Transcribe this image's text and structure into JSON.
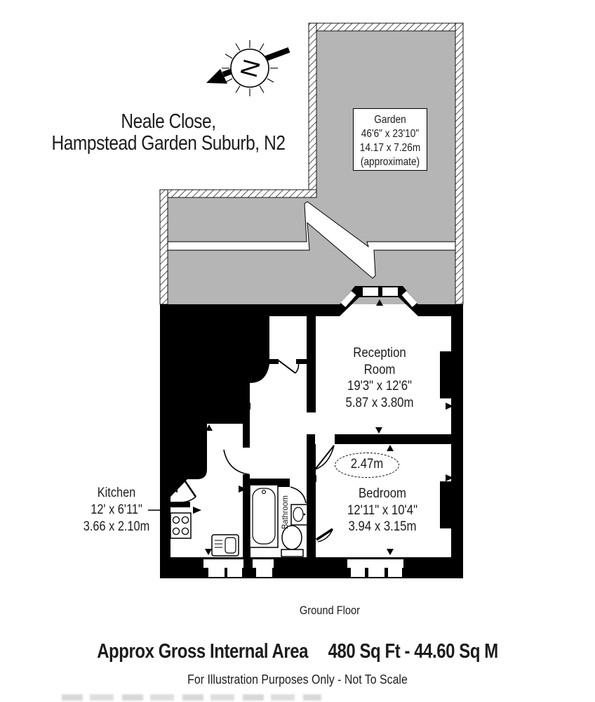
{
  "title": {
    "line1": "Neale Close,",
    "line2": "Hampstead Garden Suburb, N2"
  },
  "compass": {
    "letter": "N"
  },
  "garden": {
    "name": "Garden",
    "size_imperial": "46'6\" x 23'10\"",
    "size_metric": "14.17 x 7.26m",
    "note": "(approximate)"
  },
  "rooms": {
    "reception": {
      "line1": "Reception",
      "line2": "Room",
      "size_imperial": "19'3\" x 12'6\"",
      "size_metric": "5.87 x 3.80m"
    },
    "bedroom": {
      "name": "Bedroom",
      "size_imperial": "12'11\" x 10'4\"",
      "size_metric": "3.94 x 3.15m",
      "width_annotation": "2.47m"
    },
    "kitchen": {
      "name": "Kitchen",
      "size_imperial": "12' x 6'11\"",
      "size_metric": "3.66 x 2.10m"
    },
    "bathroom": {
      "name": "Bathroom"
    }
  },
  "floor": {
    "label": "Ground Floor"
  },
  "footer": {
    "area_label": "Approx Gross Internal Area",
    "area_value": "480 Sq Ft - 44.60 Sq M",
    "disclaimer": "For Illustration Purposes Only - Not To Scale"
  },
  "colors": {
    "garden_gray": "#b5b5b5",
    "walls": "#000000"
  }
}
